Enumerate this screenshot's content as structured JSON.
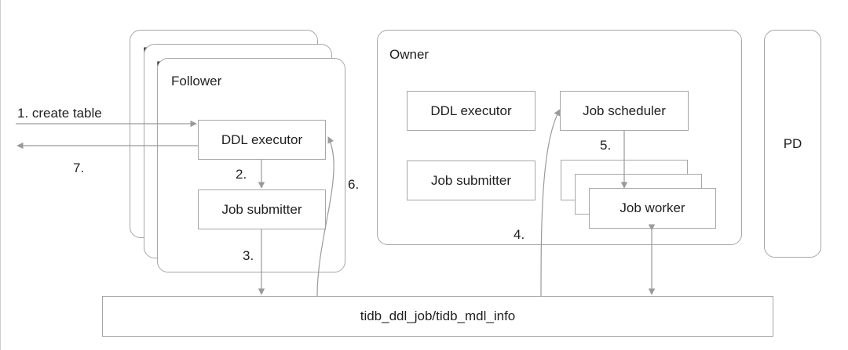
{
  "diagram": {
    "follower": {
      "title": "Follower",
      "ddl_executor": "DDL executor",
      "job_submitter": "Job submitter"
    },
    "owner": {
      "title": "Owner",
      "ddl_executor": "DDL executor",
      "job_submitter": "Job submitter",
      "job_scheduler": "Job scheduler",
      "job_worker": "Job worker"
    },
    "pd": "PD",
    "storage": "tidb_ddl_job/tidb_mdl_info",
    "steps": {
      "s1": "1. create table",
      "s2": "2.",
      "s3": "3.",
      "s4": "4.",
      "s5": "5.",
      "s6": "6.",
      "s7": "7."
    }
  }
}
